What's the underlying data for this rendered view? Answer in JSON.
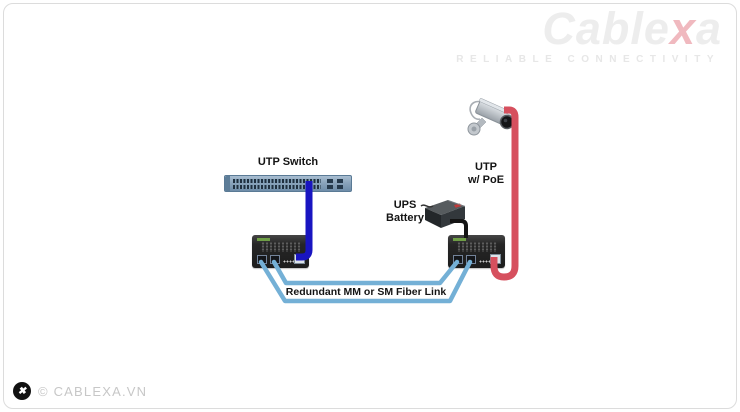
{
  "brand": {
    "logo_part1": "Cable",
    "logo_part2": "x",
    "logo_part3": "a",
    "tagline": "RELIABLE CONNECTIVITY"
  },
  "diagram": {
    "switch_label": "UTP Switch",
    "poe_label": "UTP\nw/ PoE",
    "ups_label": "UPS\nBattery",
    "fiber_label": "Redundant MM or SM Fiber Link",
    "colors": {
      "utp_cable": "#1915c1",
      "utp_poe_cable": "#d6505e",
      "fiber_cable": "#74b0d6",
      "power_cable": "#141414",
      "switch_body": "#8aa4bb",
      "converter_body": "#262626"
    }
  },
  "footer": {
    "mark_glyph": "✖",
    "copyright": "© CABLEXA.VN"
  }
}
